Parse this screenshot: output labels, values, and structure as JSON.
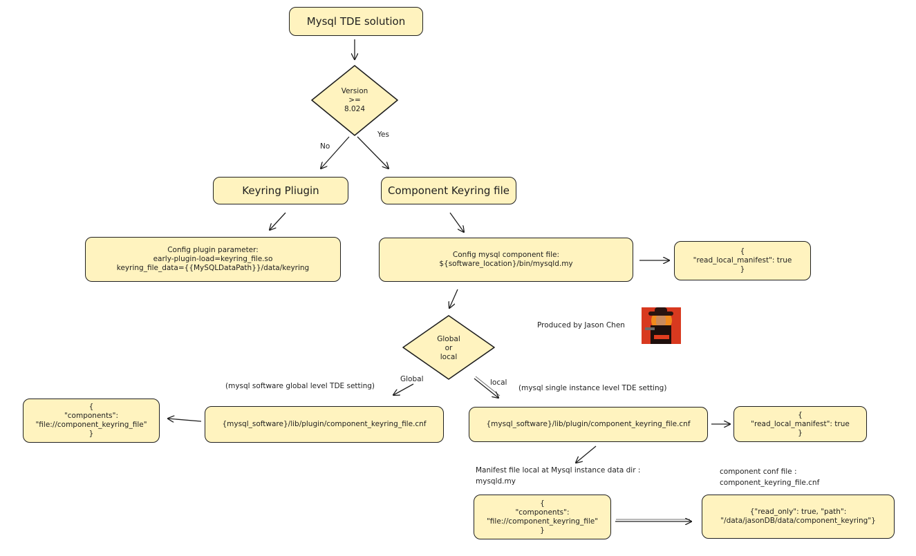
{
  "title_node": "Mysql TDE solution",
  "version_decision": [
    "Version",
    ">=",
    "8.024"
  ],
  "edge_labels": {
    "no": "No",
    "yes": "Yes",
    "global": "Global",
    "local": "local"
  },
  "keyring_plugin": "Keyring Pliugin",
  "component_keyring_file": "Component Keyring file",
  "config_plugin": [
    "Config plugin parameter:",
    "early-plugin-load=keyring_file.so",
    "keyring_file_data={{MySQLDataPath}}/data/keyring"
  ],
  "config_component": [
    "Config mysql component file:",
    "${software_location}/bin/mysqld.my"
  ],
  "read_local_manifest_top": [
    "{",
    "\"read_local_manifest\": true",
    "}"
  ],
  "produced_by": "Produced by Jason Chen",
  "global_local_decision": [
    "Global",
    "or",
    "local"
  ],
  "global_note": "(mysql software global level TDE setting)",
  "local_note": "(mysql single instance level TDE setting)",
  "global_cnf": "{mysql_software}/lib/plugin/component_keyring_file.cnf",
  "local_cnf": "{mysql_software}/lib/plugin/component_keyring_file.cnf",
  "global_components": [
    "{",
    "\"components\":",
    "\"file://component_keyring_file\"",
    "}"
  ],
  "read_local_manifest_local": [
    "{",
    "\"read_local_manifest\": true",
    "}"
  ],
  "manifest_note": [
    "Manifest file local at Mysql instance data dir :",
    "mysqld.my"
  ],
  "component_conf_note": [
    "component conf file :",
    "component_keyring_file.cnf"
  ],
  "local_components": [
    "{",
    "\"components\":",
    "\"file://component_keyring_file\"",
    "}"
  ],
  "keyring_path": [
    "{\"read_only\": true, \"path\":",
    "\"/data/jasonDB/data/component_keyring\"}"
  ],
  "colors": {
    "fill": "#fff3bf",
    "stroke": "#1e1e1e"
  }
}
